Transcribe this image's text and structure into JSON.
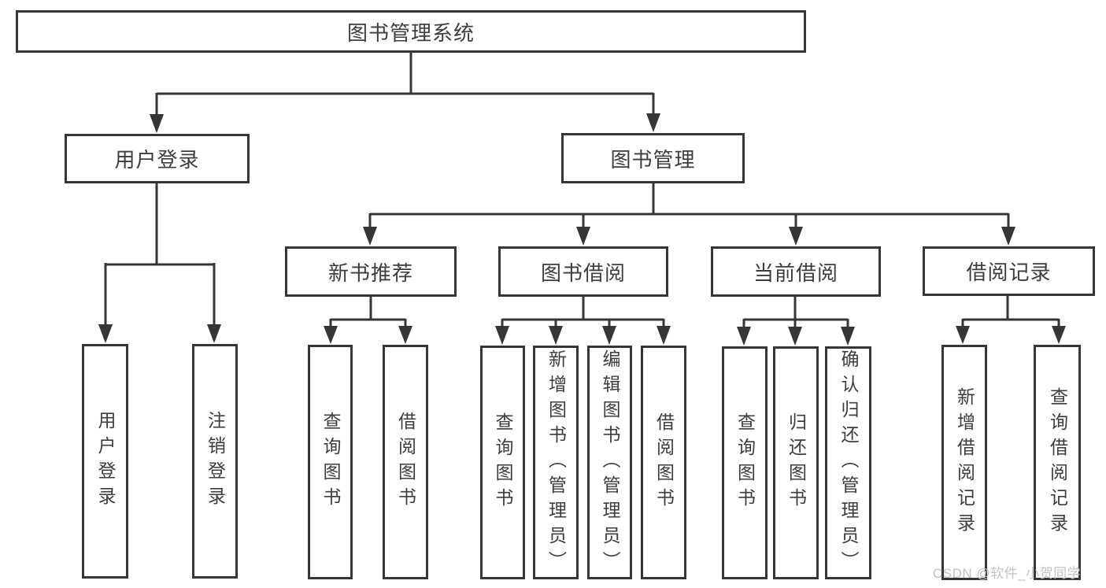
{
  "diagram": {
    "root": {
      "label": "图书管理系统"
    },
    "level2": [
      "用户登录",
      "图书管理"
    ],
    "level3": [
      "新书推荐",
      "图书借阅",
      "当前借阅",
      "借阅记录"
    ],
    "leaves": {
      "user_login": [
        "用户登录",
        "注销登录"
      ],
      "new_book": [
        "查询图书",
        "借阅图书"
      ],
      "borrow": [
        "查询图书",
        "新增图书（管理员）",
        "编辑图书（管理员）",
        "借阅图书"
      ],
      "current": [
        "查询图书",
        "归还图书",
        "确认归还（管理员）"
      ],
      "records": [
        "新增借阅记录",
        "查询借阅记录"
      ]
    }
  },
  "watermark": {
    "text": "CSDN @软件_小贺同学"
  },
  "colors": {
    "line": "#363636",
    "text": "#3d3d3d",
    "watermark": "#c2c2c2",
    "background": "#ffffff"
  }
}
